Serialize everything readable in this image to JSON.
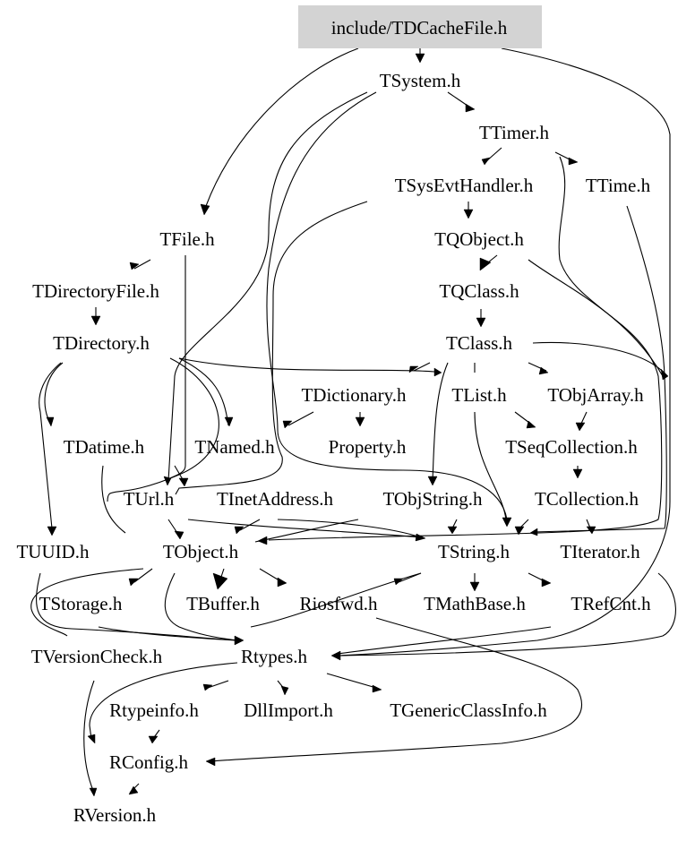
{
  "nodes": {
    "tdcachefile": "include/TDCacheFile.h",
    "tsystem": "TSystem.h",
    "ttimer": "TTimer.h",
    "tsysevthandler": "TSysEvtHandler.h",
    "ttime": "TTime.h",
    "tfile": "TFile.h",
    "tqobject": "TQObject.h",
    "tdirectoryfile": "TDirectoryFile.h",
    "tqclass": "TQClass.h",
    "tdirectory": "TDirectory.h",
    "tclass": "TClass.h",
    "tdictionary": "TDictionary.h",
    "tlist": "TList.h",
    "tobjarray": "TObjArray.h",
    "tdatime": "TDatime.h",
    "tnamed": "TNamed.h",
    "property": "Property.h",
    "tseqcollection": "TSeqCollection.h",
    "turl": "TUrl.h",
    "tinetaddress": "TInetAddress.h",
    "tobjstring": "TObjString.h",
    "tcollection": "TCollection.h",
    "tuuid": "TUUID.h",
    "tobject": "TObject.h",
    "tstring": "TString.h",
    "titerator": "TIterator.h",
    "tstorage": "TStorage.h",
    "tbuffer": "TBuffer.h",
    "riosfwd": "Riosfwd.h",
    "tmathbase": "TMathBase.h",
    "trefcnt": "TRefCnt.h",
    "tversioncheck": "TVersionCheck.h",
    "rtypes": "Rtypes.h",
    "rtypeinfo": "Rtypeinfo.h",
    "dllimport": "DllImport.h",
    "tgenericclassinfo": "TGenericClassInfo.h",
    "rconfig": "RConfig.h",
    "rversion": "RVersion.h"
  }
}
